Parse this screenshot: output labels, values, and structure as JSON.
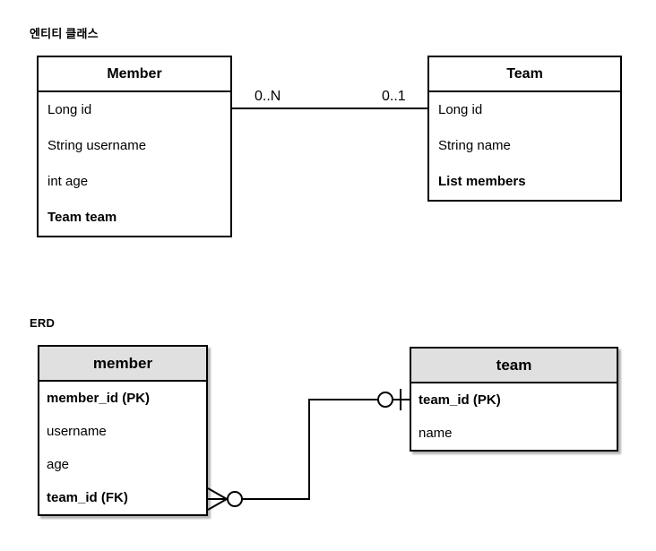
{
  "class_diagram": {
    "section_title": "엔티티 클래스",
    "classes": [
      {
        "name": "Member",
        "fields": [
          {
            "text": "Long id",
            "bold": false
          },
          {
            "text": "String username",
            "bold": false
          },
          {
            "text": "int age",
            "bold": false
          },
          {
            "text": "Team team",
            "bold": true
          }
        ]
      },
      {
        "name": "Team",
        "fields": [
          {
            "text": "Long id",
            "bold": false
          },
          {
            "text": "String name",
            "bold": false
          },
          {
            "text": "List members",
            "bold": true
          }
        ]
      }
    ],
    "relation": {
      "source_cardinality": "0..N",
      "target_cardinality": "0..1"
    }
  },
  "erd": {
    "section_title": "ERD",
    "tables": [
      {
        "name": "member",
        "columns": [
          {
            "text": "member_id (PK)",
            "bold": true
          },
          {
            "text": "username",
            "bold": false
          },
          {
            "text": "age",
            "bold": false
          },
          {
            "text": "team_id (FK)",
            "bold": true
          }
        ]
      },
      {
        "name": "team",
        "columns": [
          {
            "text": "team_id (PK)",
            "bold": true
          },
          {
            "text": "name",
            "bold": false
          }
        ]
      }
    ],
    "relation": {
      "member_end": "zero-or-many",
      "team_end": "zero-or-one"
    }
  },
  "colors": {
    "line": "#000000",
    "erd_header_bg": "#e0e0e0",
    "background": "#ffffff"
  }
}
